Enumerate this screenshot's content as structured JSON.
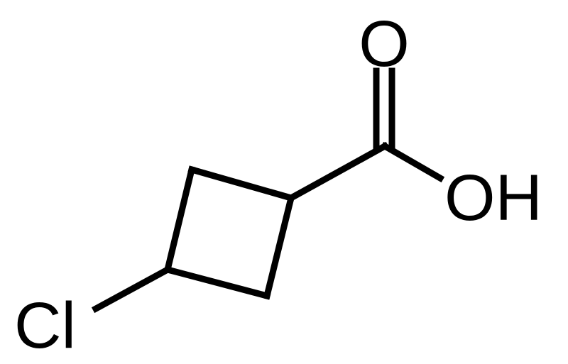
{
  "molecule": {
    "atoms": {
      "oxygen_double": "O",
      "hydroxyl": "OH",
      "chlorine": "Cl"
    },
    "colors": {
      "bond": "#000000",
      "label": "#000000",
      "background": "#ffffff"
    }
  }
}
